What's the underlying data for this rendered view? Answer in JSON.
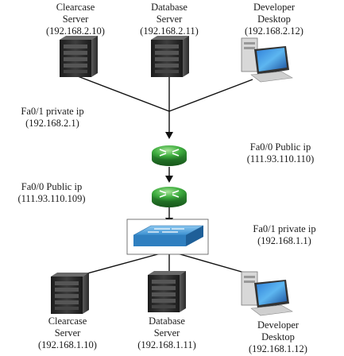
{
  "top_lan": {
    "clearcase": {
      "name_line1": "Clearcase",
      "name_line2": "Server",
      "ip": "(192.168.2.10)",
      "icon": "server-tower-icon"
    },
    "database": {
      "name_line1": "Database",
      "name_line2": "Server",
      "ip": "(192.168.2.11)",
      "icon": "server-tower-icon"
    },
    "desktop": {
      "name_line1": "Developer",
      "name_line2": "Desktop",
      "ip": "(192.168.2.12)",
      "icon": "desktop-computer-icon"
    }
  },
  "router_a": {
    "icon": "router-icon",
    "fa01_label": "Fa0/1 private ip",
    "fa01_ip": "(192.168.2.1)",
    "fa00_label": "Fa0/0 Public ip",
    "fa00_ip": "(111.93.110.110)"
  },
  "router_b": {
    "icon": "router-icon",
    "fa00_label": "Fa0/0 Public ip",
    "fa00_ip": "(111.93.110.109)",
    "fa01_label": "Fa0/1 private ip",
    "fa01_ip": "(192.168.1.1)"
  },
  "switch": {
    "icon": "switch-icon"
  },
  "bottom_lan": {
    "clearcase": {
      "name_line1": "Clearcase",
      "name_line2": "Server",
      "ip": "(192.168.1.10)",
      "icon": "server-tower-icon"
    },
    "database": {
      "name_line1": "Database",
      "name_line2": "Server",
      "ip": "(192.168.1.11)",
      "icon": "server-tower-icon"
    },
    "desktop": {
      "name_line1": "Developer",
      "name_line2": "Desktop",
      "ip": "(192.168.1.12)",
      "icon": "desktop-computer-icon"
    }
  },
  "colors": {
    "router_green": "#3fae3f",
    "switch_blue": "#3a8fd0",
    "server_dark": "#2b2b2b",
    "line": "#111111"
  }
}
